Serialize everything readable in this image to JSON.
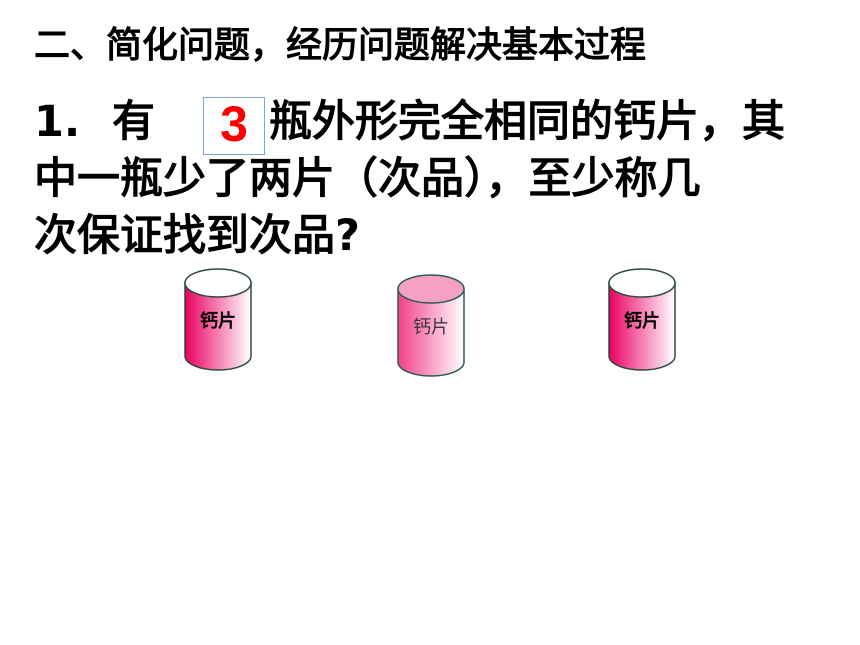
{
  "heading": "二、简化问题，经历问题解决基本过程",
  "question": {
    "number": "1.",
    "prefix": "有",
    "answer": "3",
    "line1_rest": "瓶外形完全相同的钙片，其",
    "line2": "中一瓶少了两片（次品），至少称几",
    "line3": "次保证找到次品?"
  },
  "bottles": [
    {
      "label": "钙片"
    },
    {
      "label": "钙片"
    },
    {
      "label": "钙片"
    }
  ],
  "colors": {
    "answer": "#ff0000",
    "answer_border": "#7fa6d6",
    "bottle_fill_dark": "#e8005f",
    "bottle_fill_light": "#ffffff",
    "bottle_outline": "#2d4a3c"
  }
}
